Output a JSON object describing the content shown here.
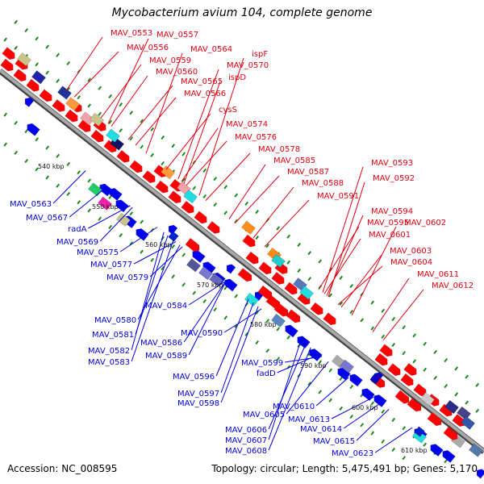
{
  "title": "Mycobacterium avium 104, complete genome",
  "footer": {
    "accession": "Accession: NC_008595",
    "summary": "Topology: circular; Length: 5,475,491 bp; Genes: 5,170"
  },
  "colors": {
    "backbone": "#7f7f7f",
    "tick": "#1a8a1a",
    "forward_label": "#e0000f",
    "reverse_label": "#0000dd",
    "forward_gene": "#ff0000",
    "reverse_gene": "#0000ee"
  },
  "kbp_labels": [
    "540 kbp",
    "550 kbp",
    "560 kbp",
    "570 kbp",
    "580 kbp",
    "590 kbp",
    "600 kbp",
    "610 kbp"
  ],
  "forward_labels": [
    "MAV_0553",
    "MAV_0557",
    "MAV_0556",
    "MAV_0564",
    "MAV_0559",
    "ispF",
    "MAV_0560",
    "MAV_0570",
    "MAV_0565",
    "ispD",
    "MAV_0566",
    "cysS",
    "MAV_0574",
    "MAV_0576",
    "MAV_0578",
    "MAV_0585",
    "MAV_0593",
    "MAV_0587",
    "MAV_0592",
    "MAV_0588",
    "MAV_0591",
    "MAV_0594",
    "MAV_0595",
    "MAV_0602",
    "MAV_0601",
    "MAV_0603",
    "MAV_0604",
    "MAV_0611",
    "MAV_0612"
  ],
  "reverse_labels": [
    "MAV_0563",
    "MAV_0567",
    "radA",
    "MAV_0569",
    "MAV_0575",
    "MAV_0577",
    "MAV_0579",
    "MAV_0584",
    "MAV_0580",
    "MAV_0581",
    "MAV_0590",
    "MAV_0586",
    "MAV_0582",
    "MAV_0589",
    "MAV_0583",
    "MAV_0596",
    "MAV_0599",
    "fadD",
    "MAV_0597",
    "MAV_0598",
    "MAV_0605",
    "MAV_0610",
    "MAV_0606",
    "MAV_0613",
    "MAV_0607",
    "MAV_0614",
    "MAV_0608",
    "MAV_0615",
    "MAV_0623"
  ]
}
